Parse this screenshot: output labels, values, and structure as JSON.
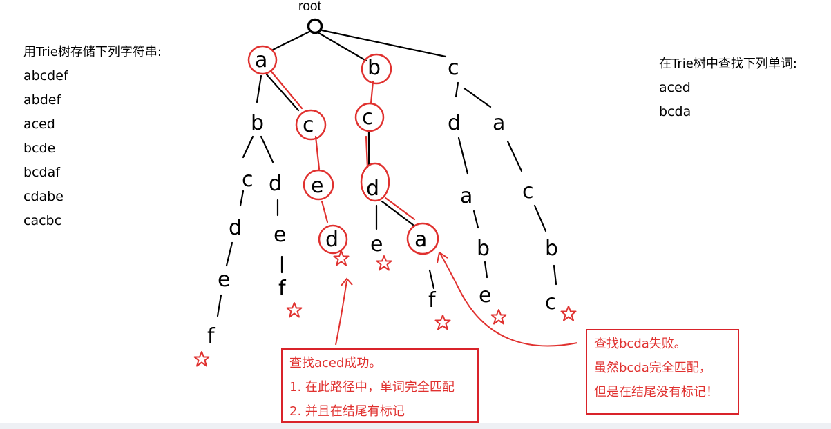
{
  "left_panel": {
    "title": "用Trie树存储下列字符串:",
    "words": [
      "abcdef",
      "abdef",
      "aced",
      "bcde",
      "bcdaf",
      "cdabe",
      "cacbc"
    ]
  },
  "right_panel": {
    "title": "在Trie树中查找下列单词:",
    "words": [
      "aced",
      "bcda"
    ]
  },
  "tree": {
    "root_label": "root",
    "nodes": {
      "a": "a",
      "b": "b",
      "c": "c",
      "ab": "b",
      "ac": "c",
      "bc": "c",
      "cd": "d",
      "ca": "a",
      "abc": "c",
      "abd": "d",
      "ace": "e",
      "bcd": "d",
      "cda": "a",
      "cac": "c",
      "abcd": "d",
      "abde": "e",
      "aced": "d",
      "bcde": "e",
      "bcda": "a",
      "cdab": "b",
      "cacb": "b",
      "abcde": "e",
      "abdef": "f",
      "bcdaf": "f",
      "cdabe": "e",
      "cacbc": "c",
      "abcdef": "f"
    }
  },
  "callouts": {
    "success": {
      "title": "查找aced成功。",
      "line1": "1. 在此路径中，单词完全匹配",
      "line2": "2. 并且在结尾有标记"
    },
    "fail": {
      "title": "查找bcda失败。",
      "line1": "虽然bcda完全匹配，",
      "line2": "但是在结尾没有标记！"
    }
  },
  "colors": {
    "highlight": "#e0312f",
    "text": "#000000"
  }
}
